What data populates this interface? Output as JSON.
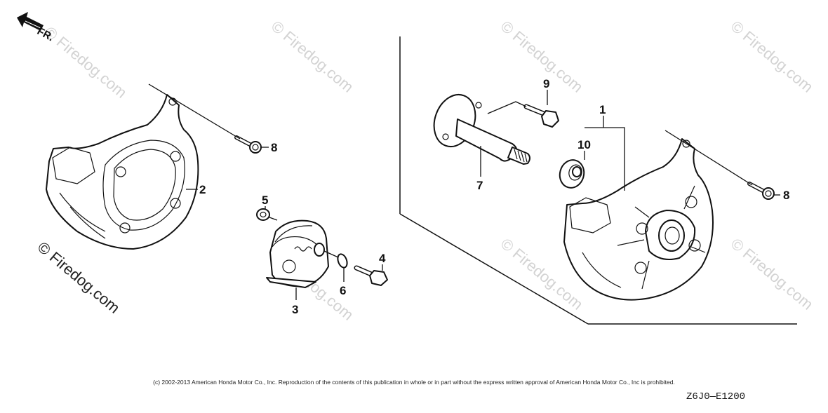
{
  "orientation": {
    "front_label": "FR."
  },
  "callouts": {
    "c1": "1",
    "c2": "2",
    "c3": "3",
    "c4": "4",
    "c5": "5",
    "c6": "6",
    "c7": "7",
    "c8a": "8",
    "c8b": "8",
    "c9": "9",
    "c10": "10"
  },
  "watermarks": [
    "© Firedog.com",
    "© Firedog.com",
    "© Firedog.com",
    "© Firedog.com",
    "© Firedog.com",
    "© Firedog.com",
    "© Firedog.com"
  ],
  "main_watermark": "© Firedog.com",
  "footer": {
    "copyright": "(c) 2002-2013 American Honda Motor Co., Inc. Reproduction of the contents of this publication in whole or in part without the express written approval of American Honda Motor Co., Inc is prohibited.",
    "diagram_code": "Z6J0—E1200"
  }
}
